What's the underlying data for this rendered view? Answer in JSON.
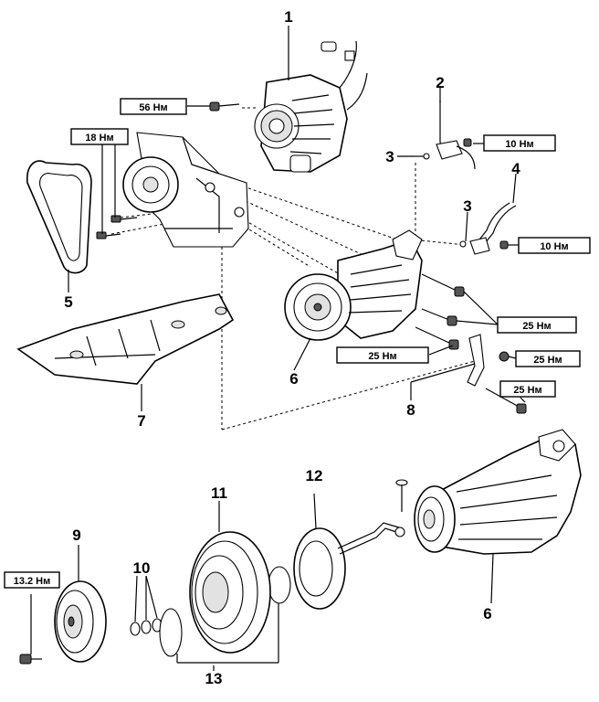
{
  "callouts": {
    "n1": "1",
    "n2": "2",
    "n3a": "3",
    "n3b": "3",
    "n4": "4",
    "n5": "5",
    "n6a": "6",
    "n6b": "6",
    "n7": "7",
    "n8": "8",
    "n9": "9",
    "n10": "10",
    "n11": "11",
    "n12": "12",
    "n13": "13"
  },
  "torques": {
    "t56": "56 Нм",
    "t18": "18 Нм",
    "t10a": "10 Нм",
    "t10b": "10 Нм",
    "t25a": "25 Нм",
    "t25b": "25 Нм",
    "t25c": "25 Нм",
    "t25d": "25 Нм",
    "t132": "13.2 Нм"
  }
}
